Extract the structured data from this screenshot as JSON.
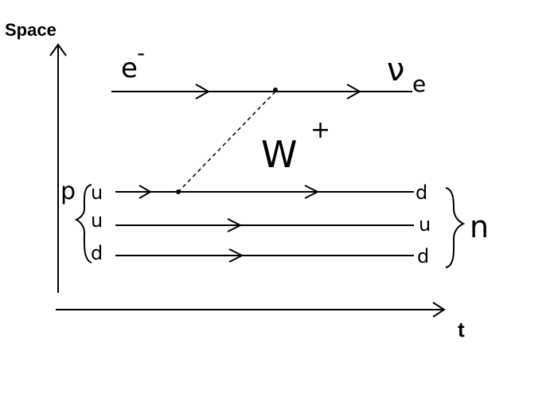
{
  "axes": {
    "y_label": "Space",
    "x_label": "t"
  },
  "particles": {
    "electron": "e",
    "electron_charge": "-",
    "neutrino": "ν",
    "neutrino_subscript": "e",
    "boson": "W",
    "boson_charge": "+",
    "proton": "p",
    "neutron": "n"
  },
  "quarks": {
    "in": [
      "u",
      "u",
      "d"
    ],
    "out": [
      "d",
      "u",
      "d"
    ]
  },
  "colors": {
    "ink": "#000000",
    "background": "#ffffff"
  }
}
